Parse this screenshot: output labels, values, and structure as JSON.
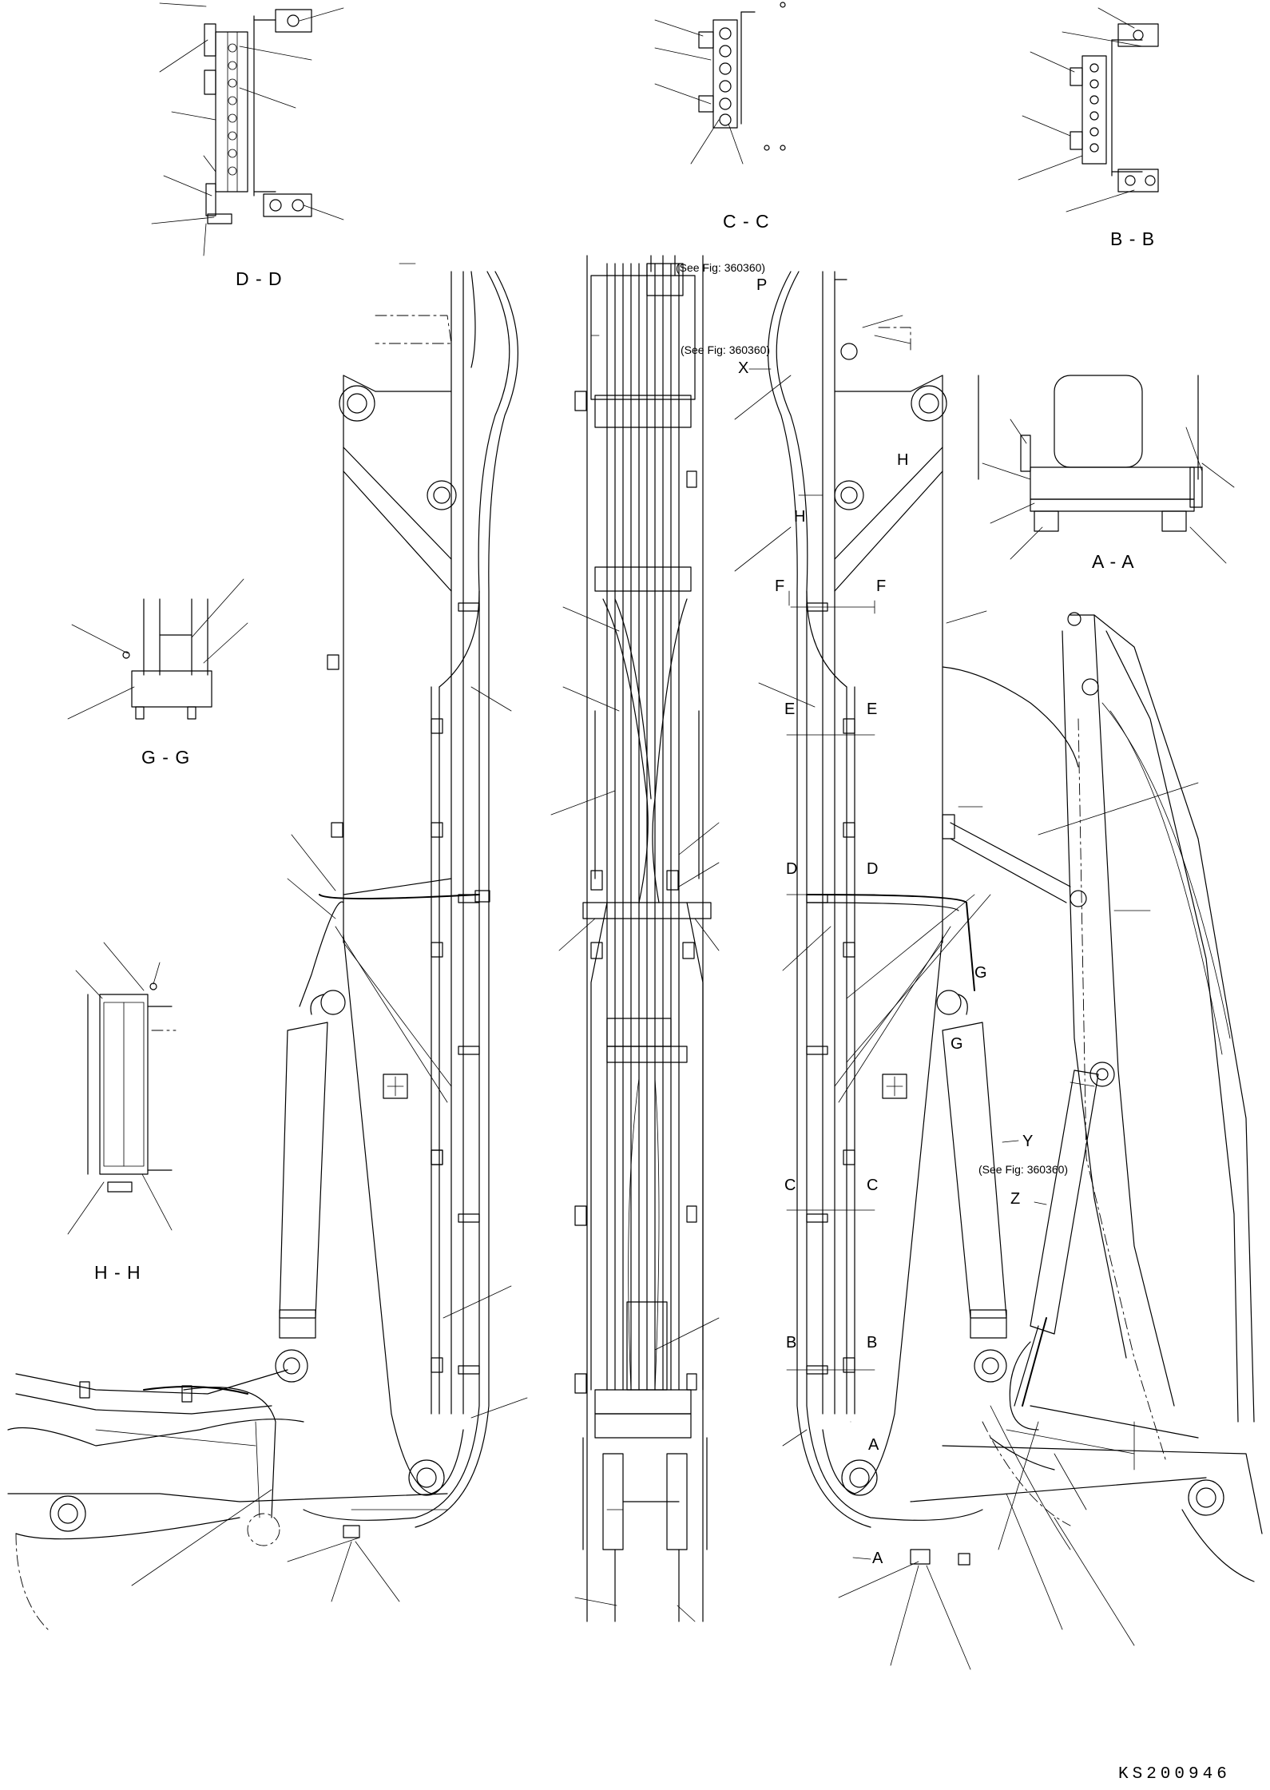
{
  "section_titles": {
    "dd": "D - D",
    "cc": "C - C",
    "bb": "B - B",
    "aa": "A - A",
    "gg": "G - G",
    "hh": "H - H"
  },
  "markers": {
    "x": "X",
    "p": "P",
    "h1": "H",
    "h2": "H",
    "f1": "F",
    "f2": "F",
    "e1": "E",
    "e2": "E",
    "d1": "D",
    "d2": "D",
    "g1": "G",
    "g2": "G",
    "y": "Y",
    "z": "Z",
    "c1": "C",
    "c2": "C",
    "b1": "B",
    "b2": "B",
    "a1": "A",
    "a2": "A"
  },
  "references": {
    "top1": "(See Fig: 360360)",
    "top2": "(See Fig: 360360)",
    "side": "(See Fig: 360360)"
  },
  "footer": {
    "drawing_code": "KS200946"
  }
}
